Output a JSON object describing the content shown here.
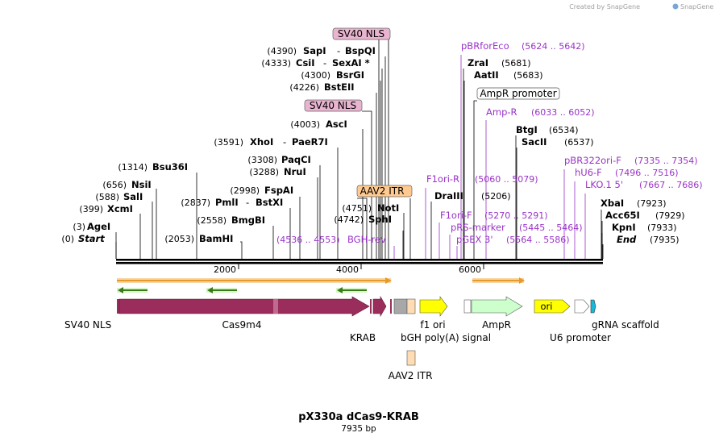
{
  "credit": "Created by SnapGene",
  "title": "pX330a dCas9-KRAB",
  "length_label": "7935 bp",
  "ruler": [
    "2000",
    "4000",
    "6000"
  ],
  "enzymes": [
    {
      "name": "AgeI",
      "pos": "(3)"
    },
    {
      "name": "Start",
      "pos": "(0)"
    },
    {
      "name": "XcmI",
      "pos": "(399)"
    },
    {
      "name": "SalI",
      "pos": "(588)"
    },
    {
      "name": "NsiI",
      "pos": "(656)"
    },
    {
      "name": "Bsu36I",
      "pos": "(1314)"
    },
    {
      "name": "BamHI",
      "pos": "(2053)"
    },
    {
      "name": "BmgBI",
      "pos": "(2558)"
    },
    {
      "name": "PmlI",
      "sep": "-",
      "name2": "BstXI",
      "pos": "(2837)"
    },
    {
      "name": "FspAI",
      "pos": "(2998)"
    },
    {
      "name": "NruI",
      "pos": "(3288)"
    },
    {
      "name": "PaqCI",
      "pos": "(3308)"
    },
    {
      "name": "XhoI",
      "sep": "-",
      "name2": "PaeR7I",
      "pos": "(3591)"
    },
    {
      "name": "AscI",
      "pos": "(4003)"
    },
    {
      "name": "BstEII",
      "pos": "(4226)"
    },
    {
      "name": "BsrGI",
      "pos": "(4300)"
    },
    {
      "name": "CsiI",
      "sep": "-",
      "name2": "SexAI *",
      "pos": "(4333)"
    },
    {
      "name": "SapI",
      "sep": "-",
      "name2": "BspQI",
      "pos": "(4390)"
    },
    {
      "name": "SphI",
      "pos": "(4742)"
    },
    {
      "name": "NotI",
      "pos": "(4751)"
    },
    {
      "name": "DraIII",
      "pos": "(5206)"
    },
    {
      "name": "ZraI",
      "pos": "(5681)"
    },
    {
      "name": "AatII",
      "pos": "(5683)"
    },
    {
      "name": "BtgI",
      "pos": "(6534)"
    },
    {
      "name": "SacII",
      "pos": "(6537)"
    },
    {
      "name": "XbaI",
      "pos": "(7923)"
    },
    {
      "name": "Acc65I",
      "pos": "(7929)"
    },
    {
      "name": "KpnI",
      "pos": "(7933)"
    },
    {
      "name": "End",
      "pos": "(7935)"
    }
  ],
  "primers": [
    {
      "name": "pBRforEco",
      "range": "(5624 .. 5642)"
    },
    {
      "name": "Amp-R",
      "range": "(6033 .. 6052)"
    },
    {
      "name": "F1ori-R",
      "range": "(5060 .. 5079)"
    },
    {
      "name": "F1ori-F",
      "range": "(5270 .. 5291)"
    },
    {
      "name": "pRS-marker",
      "range": "(5445 .. 5464)"
    },
    {
      "name": "pGEX 3'",
      "range": "(5564 .. 5586)"
    },
    {
      "name": "pBR322ori-F",
      "range": "(7335 .. 7354)"
    },
    {
      "name": "hU6-F",
      "range": "(7496 .. 7516)"
    },
    {
      "name": "LKO.1 5'",
      "range": "(7667 .. 7686)"
    },
    {
      "name": "BGH-rev",
      "range": "(4536 .. 4553)"
    }
  ],
  "feature_tags": [
    "SV40 NLS",
    "SV40 NLS",
    "AAV2 ITR",
    "AmpR promoter"
  ],
  "features": {
    "sv40_nls": "SV40 NLS",
    "cas9": "Cas9m4",
    "krab": "KRAB",
    "bgh": "bGH poly(A) signal",
    "f1ori": "f1 ori",
    "ampr": "AmpR",
    "ori": "ori",
    "u6": "U6 promoter",
    "grna": "gRNA scaffold",
    "aav2_itr": "AAV2 ITR"
  },
  "colors": {
    "cas9": "#9b2d5c",
    "krab": "#9b2d5c",
    "f1ori": "#ffff00",
    "ampr": "#ccffcc",
    "ori": "#ffff00",
    "itr": "#ffdcb4",
    "bgh": "#a8a8a8",
    "orf_orange": "#e79a2b",
    "orf_green": "#3a7a1a",
    "primer": "#9a32c8",
    "nls_tag": "#e8b4cf"
  }
}
